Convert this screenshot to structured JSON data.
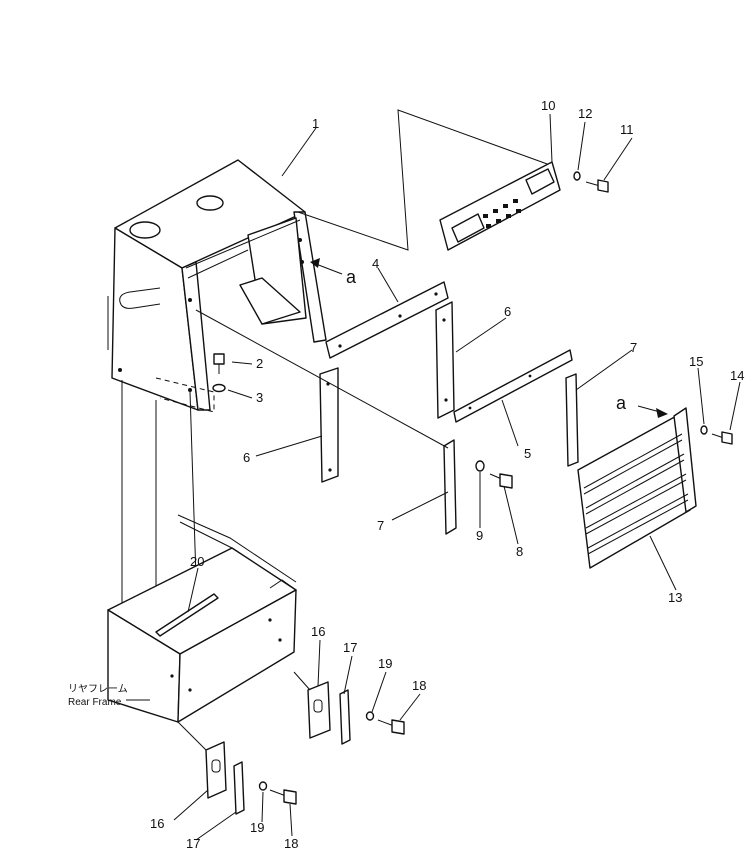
{
  "callouts": [
    "1",
    "2",
    "3",
    "4",
    "5",
    "6",
    "6",
    "7",
    "7",
    "8",
    "9",
    "10",
    "11",
    "12",
    "13",
    "14",
    "15",
    "16",
    "16",
    "17",
    "17",
    "18",
    "18",
    "19",
    "19",
    "20"
  ],
  "view_labels": [
    "a",
    "a"
  ],
  "frame_label": {
    "jp": "リヤフレーム",
    "en": "Rear Frame"
  }
}
